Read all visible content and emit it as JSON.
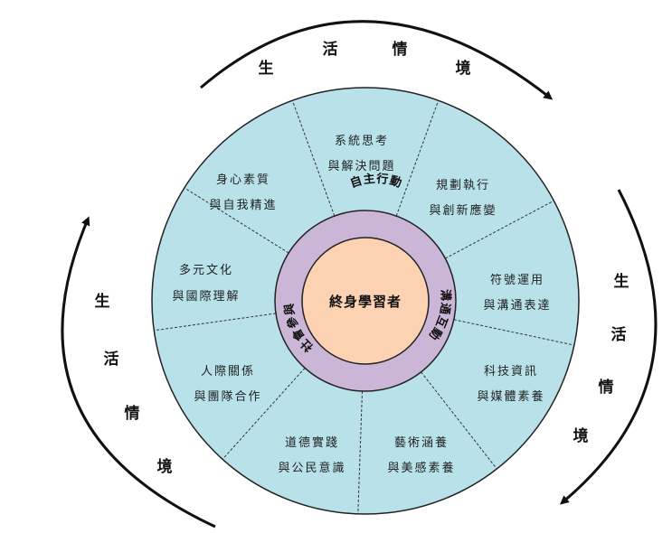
{
  "center": {
    "label": "終身學習者"
  },
  "ring": {
    "top": "自主行動",
    "right": "溝通互動",
    "left": "社會參與"
  },
  "arcs": {
    "top": [
      "生",
      "活",
      "情",
      "境"
    ],
    "left": [
      "生",
      "活",
      "情",
      "境"
    ],
    "right": [
      "生",
      "活",
      "情",
      "境"
    ]
  },
  "segments": [
    {
      "line1": "系統思考",
      "line2": "與解決問題"
    },
    {
      "line1": "規劃執行",
      "line2": "與創新應變"
    },
    {
      "line1": "符號運用",
      "line2": "與溝通表達"
    },
    {
      "line1": "科技資訊",
      "line2": "與媒體素養"
    },
    {
      "line1": "藝術涵養",
      "line2": "與美感素養"
    },
    {
      "line1": "道德實踐",
      "line2": "與公民意識"
    },
    {
      "line1": "人際關係",
      "line2": "與團隊合作"
    },
    {
      "line1": "多元文化",
      "line2": "與國際理解"
    },
    {
      "line1": "身心素質",
      "line2": "與自我精進"
    }
  ],
  "colors": {
    "outer": "#b8e1ea",
    "ring": "#ccb6d8",
    "center": "#fcd2b2",
    "stroke": "#222222"
  }
}
